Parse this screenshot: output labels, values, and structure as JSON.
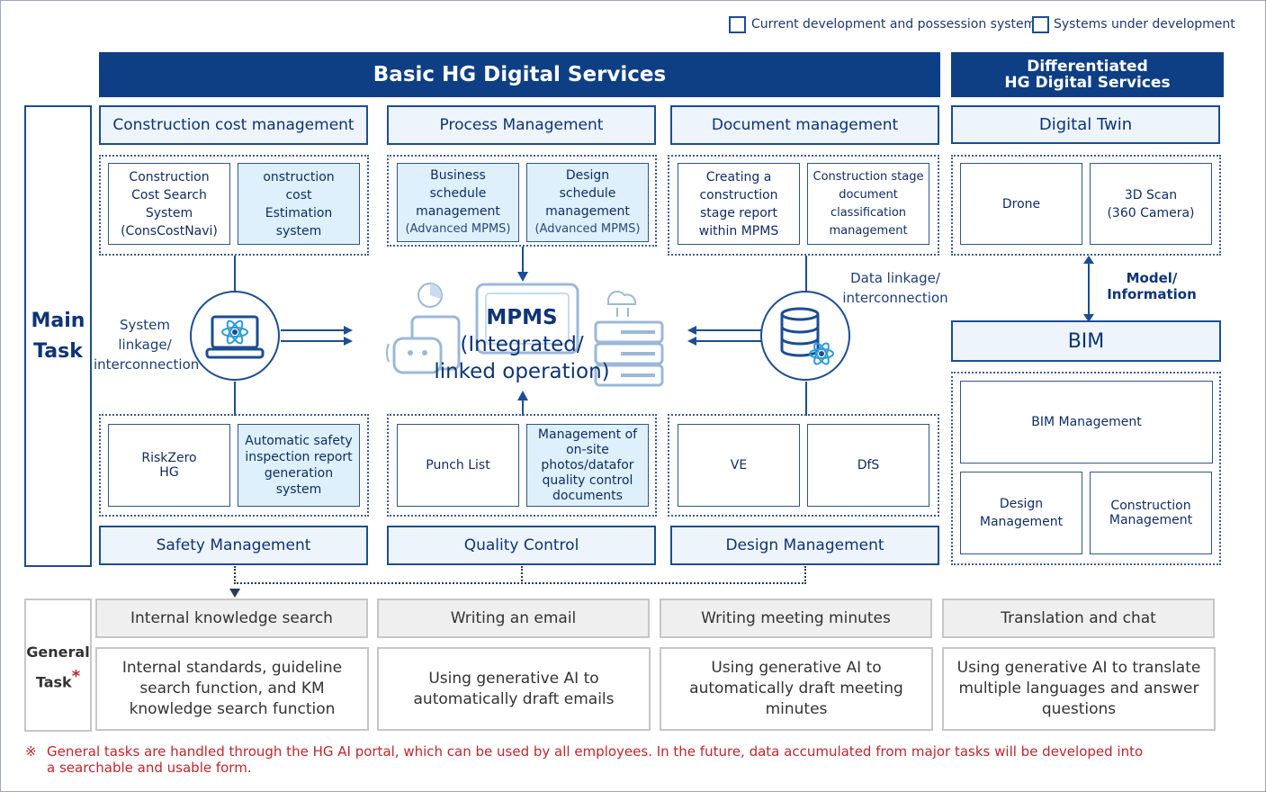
{
  "legend": {
    "current": "Current development and possession systems",
    "developing": "Systems under development"
  },
  "banners": {
    "basic": "Basic HG Digital Services",
    "differentiated_line1": "Differentiated",
    "differentiated_line2": "HG Digital Services"
  },
  "main_task": {
    "line1": "Main",
    "line2": "Task"
  },
  "general_task": {
    "line1": "General",
    "line2": "Task",
    "mark": "*"
  },
  "columns": {
    "cost": {
      "header": "Construction cost management",
      "cards": [
        {
          "lines": [
            "Construction",
            "Cost Search",
            "System",
            "(ConsCostNavi)"
          ]
        },
        {
          "lines": [
            "onstruction",
            "cost",
            "Estimation",
            "system"
          ]
        }
      ]
    },
    "process": {
      "header": "Process Management",
      "cards": [
        {
          "lines": [
            "Business",
            "schedule",
            "management"
          ],
          "sub": "(Advanced MPMS)"
        },
        {
          "lines": [
            "Design",
            "schedule",
            "management"
          ],
          "sub": "(Advanced MPMS)"
        }
      ]
    },
    "document": {
      "header": "Document management",
      "cards": [
        {
          "lines": [
            "Creating a",
            "construction",
            "stage report",
            "within MPMS"
          ]
        },
        {
          "lines": [
            "Construction stage",
            "document",
            "classification",
            "management"
          ]
        }
      ]
    },
    "safety": {
      "header": "Safety Management",
      "cards": [
        {
          "lines": [
            "RiskZero",
            "HG"
          ]
        },
        {
          "lines": [
            "Automatic safety",
            "inspection report",
            "generation",
            "system"
          ]
        }
      ]
    },
    "quality": {
      "header": "Quality Control",
      "cards": [
        {
          "lines": [
            "Punch List"
          ]
        },
        {
          "lines": [
            "Management of",
            "on-site",
            "photos/datafor",
            "quality control",
            "documents"
          ]
        }
      ]
    },
    "design": {
      "header": "Design Management",
      "cards": [
        {
          "lines": [
            "VE"
          ]
        },
        {
          "lines": [
            "DfS"
          ]
        }
      ]
    }
  },
  "system_linkage": [
    "System",
    "linkage/",
    "interconnection"
  ],
  "data_linkage": [
    "Data linkage/",
    "interconnection"
  ],
  "mpms": {
    "line1": "MPMS",
    "line2": "(Integrated/",
    "line3": "linked operation)"
  },
  "digital_twin": {
    "header": "Digital Twin",
    "cards": [
      {
        "lines": [
          "Drone"
        ]
      },
      {
        "lines": [
          "3D Scan",
          "(360 Camera)"
        ]
      }
    ]
  },
  "model_info": [
    "Model/",
    "Information"
  ],
  "bim": {
    "header": "BIM",
    "management": "BIM Management",
    "cards": [
      {
        "lines": [
          "Design",
          "Management"
        ]
      },
      {
        "lines": [
          "Construction",
          "Management"
        ]
      }
    ]
  },
  "general_tasks": [
    {
      "title": "Internal knowledge search",
      "desc": "Internal standards, guideline search function, and KM knowledge search function"
    },
    {
      "title": "Writing an email",
      "desc": "Using generative AI to automatically draft emails"
    },
    {
      "title": "Writing meeting minutes",
      "desc": "Using generative AI to automatically draft meeting minutes"
    },
    {
      "title": "Translation and chat",
      "desc": "Using generative AI to translate multiple languages and answer questions"
    }
  ],
  "footnote": {
    "mark": "※",
    "line1": "General tasks are handled through the HG AI portal, which can be used by all employees. In the future, data accumulated from major tasks will be developed into",
    "line2": "a searchable and usable form."
  },
  "colors": {
    "navy": "#0e3f84",
    "light_blue_fill": "#ddf0fb",
    "header_fill": "#edf4fb",
    "gray_fill": "#efefef",
    "footnote_red": "#c0262c"
  }
}
